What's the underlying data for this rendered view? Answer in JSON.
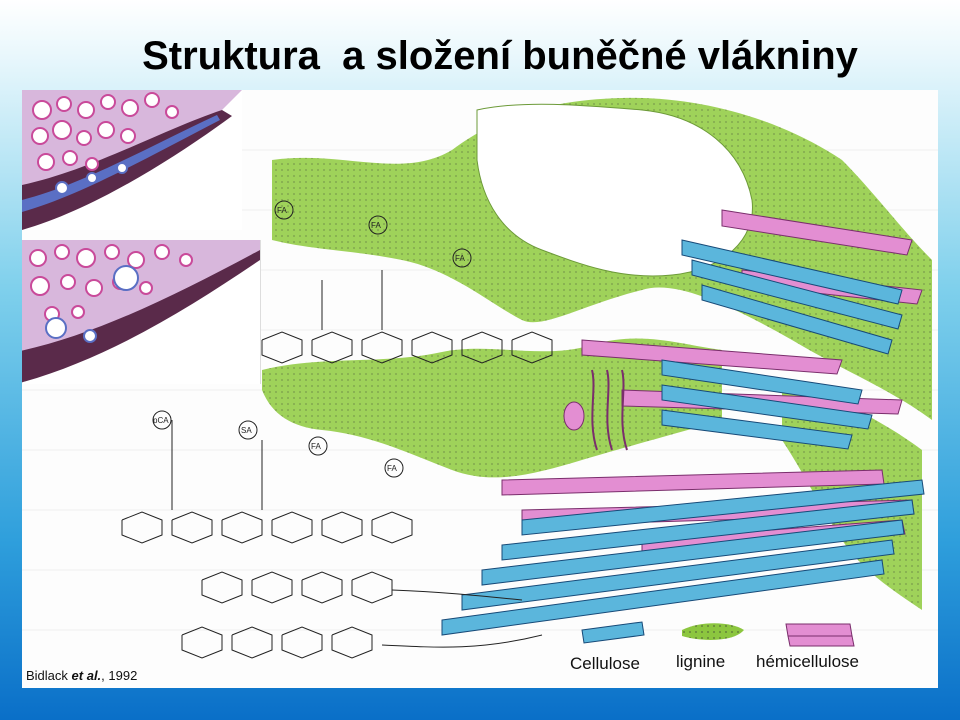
{
  "slide": {
    "title": "Struktura  a složení buněčné vlákniny"
  },
  "figure": {
    "citation_author": "Bidlack",
    "citation_etal": "et al.",
    "citation_year": ", 1992",
    "legend": {
      "cellulose": "Cellulose",
      "lignin": "lignine",
      "hemicellulose": "hémicellulose"
    },
    "ring_labels": [
      "FA",
      "FA",
      "FA",
      "FA",
      "pCA",
      "SA",
      "FA"
    ],
    "colors": {
      "cellulose": "#5bb6dc",
      "lignin": "#8cc63f",
      "hemicellulose": "#e38ed2",
      "tissue_pink": "#c94a9a",
      "tissue_blue": "#5a6fc4"
    }
  }
}
